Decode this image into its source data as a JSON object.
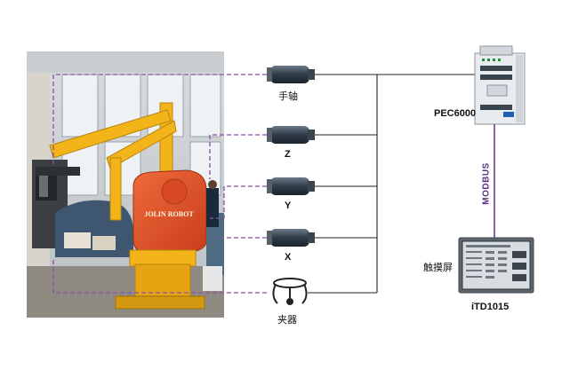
{
  "labels": {
    "hand_axis": "手轴",
    "z": "Z",
    "y": "Y",
    "x": "X",
    "gripper": "夹器",
    "controller": "PEC6000",
    "bus": "MODBUS",
    "touchscreen": "触摸屏",
    "hmi": "iTD1015",
    "robot_brand": "JOLIN ROBOT"
  },
  "colors": {
    "dashed_link": "#8a4fa8",
    "bus_line": "#6a3d9a",
    "wire": "#222222",
    "robot_yellow": "#f2b419",
    "robot_red": "#e0502a"
  }
}
